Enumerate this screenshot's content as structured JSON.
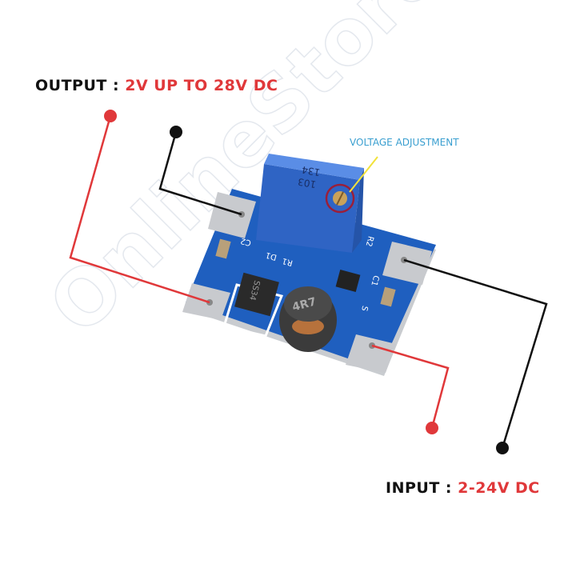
{
  "output": {
    "label": "OUTPUT",
    "separator": ":",
    "value": "2V UP TO 28V DC"
  },
  "input": {
    "label": "INPUT",
    "separator": ":",
    "value": "2-24V DC"
  },
  "voltage_adjustment": "VOLTAGE ADJUSTMENT",
  "watermark": "OnlineStore.ph",
  "board_markings": {
    "pot_top": "134",
    "pot_code": "103",
    "inductor": "4R7",
    "diode": "SS34",
    "c2": "C2",
    "d1": "D1",
    "r1": "R1",
    "r2": "R2",
    "c1": "C1",
    "s": "S"
  },
  "colors": {
    "positive_wire": "#e0383a",
    "negative_wire": "#111111",
    "pcb": "#1f5fbf",
    "potentiometer": "#3b73d6",
    "annotation": "#3a9fd0",
    "pointer": "#f2e23a"
  }
}
